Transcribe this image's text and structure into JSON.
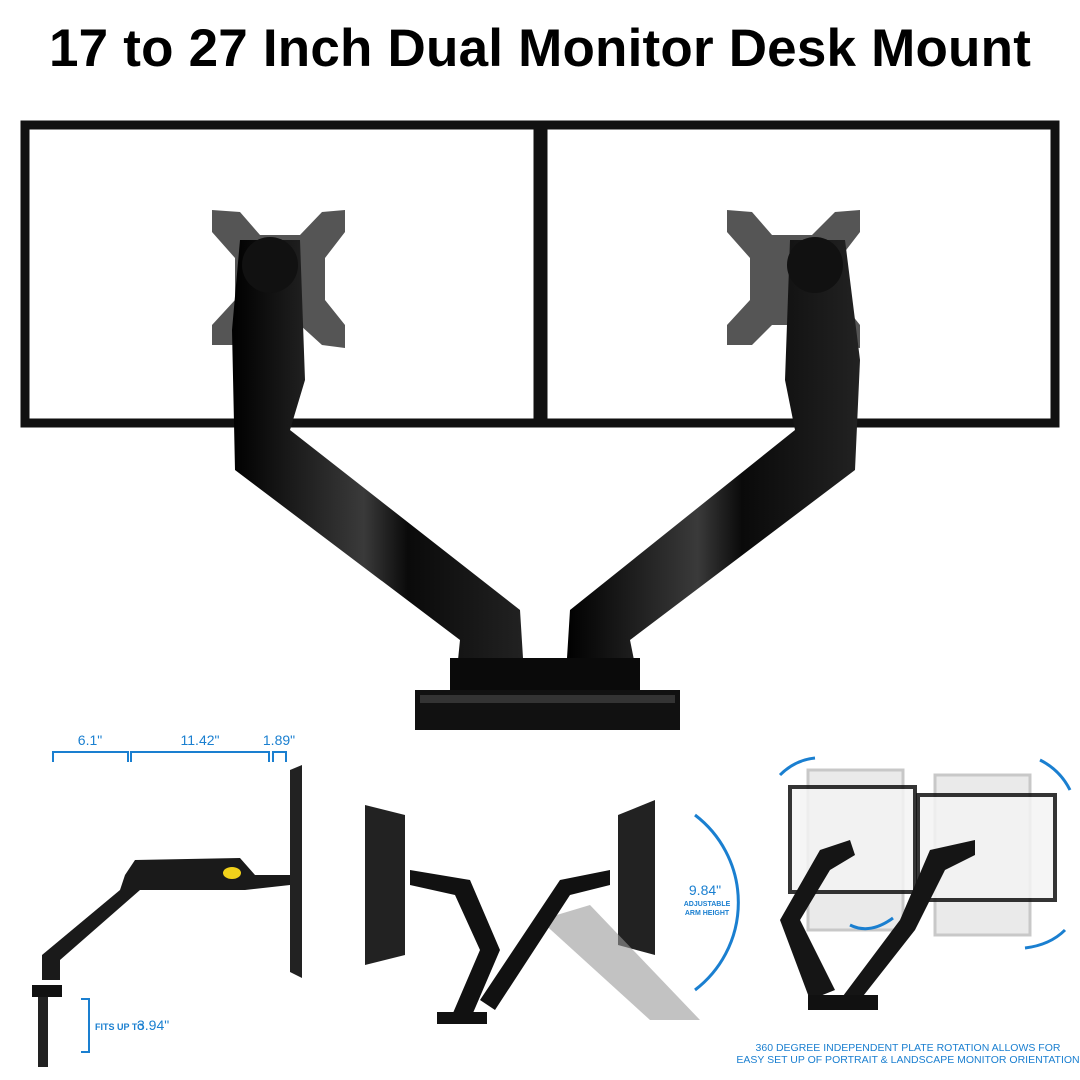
{
  "title": "17 to 27 Inch Dual Monitor Desk Mount",
  "dimensions": {
    "depth_1": "6.1\"",
    "depth_2": "11.42\"",
    "depth_3": "1.89\"",
    "clamp_label": "FITS UP TO",
    "clamp_value": "3.94\""
  },
  "height_adjust": {
    "value": "9.84\"",
    "line1": "ADJUSTABLE",
    "line2": "ARM HEIGHT"
  },
  "rotation_caption": {
    "line1": "360 DEGREE INDEPENDENT PLATE ROTATION ALLOWS FOR",
    "line2": "EASY SET UP OF PORTRAIT & LANDSCAPE MONITOR ORIENTATION"
  },
  "colors": {
    "accent": "#1a7fd0",
    "arm": "#111111",
    "plate": "#555555"
  }
}
